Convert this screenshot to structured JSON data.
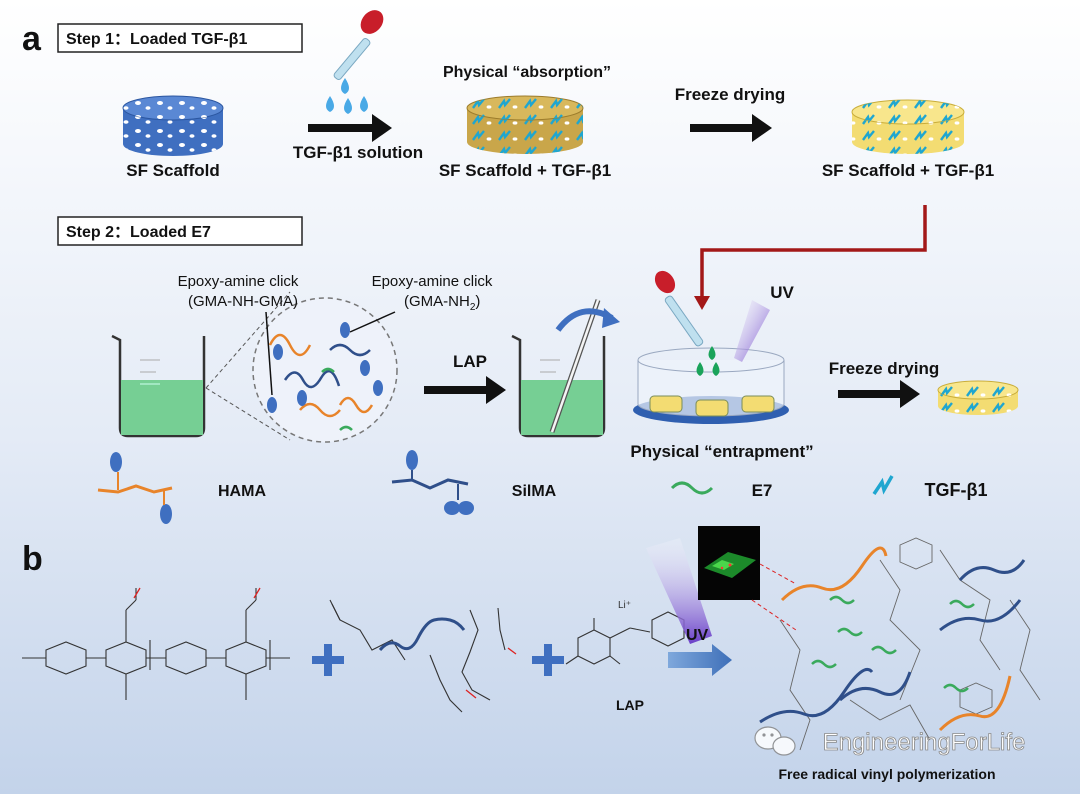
{
  "panel_a": {
    "letter": "a",
    "step1": {
      "box_label": "Step 1：Loaded TGF-β1",
      "scaffold_label": "SF Scaffold",
      "solution_label": "TGF-β1 solution",
      "absorption_label": "Physical “absorption”",
      "loaded_label": "SF Scaffold + TGF-β1",
      "freeze_label": "Freeze drying",
      "dried_label": "SF Scaffold + TGF-β1"
    },
    "step2": {
      "box_label": "Step 2：Loaded E7",
      "click1_line1": "Epoxy-amine click",
      "click1_line2": "(GMA-NH-GMA)",
      "click2_line1": "Epoxy-amine click",
      "click2_line2": "(GMA-NH",
      "click2_sub": "2",
      "click2_end": ")",
      "lap_label": "LAP",
      "uv_label": "UV",
      "freeze_label": "Freeze drying",
      "entrapment_label": "Physical “entrapment”"
    },
    "legend": {
      "hama": "HAMA",
      "silma": "SilMA",
      "e7": "E7",
      "tgf": "TGF-β1"
    }
  },
  "panel_b": {
    "letter": "b",
    "lap_label": "LAP",
    "uv_label": "UV",
    "li_label": "Li⁺",
    "caption": "Free radical vinyl polymerization",
    "watermark": "EngineeringForLife"
  },
  "colors": {
    "background_top": "#ffffff",
    "background_bottom": "#c3d3ea",
    "scaffold_blue": "#3f6fc0",
    "scaffold_gold": "#c9a64a",
    "scaffold_yellow": "#f3dc72",
    "tgf_cyan": "#1fa6d0",
    "water_drop": "#49a9e6",
    "gel_green": "#76cf94",
    "e7_green": "#3aaa5c",
    "hama_orange": "#e8842a",
    "silma_blue": "#2f4f8a",
    "red_arrow": "#a31818",
    "uv_purple": "#7b5ad0"
  },
  "icons": [
    "pipette-icon",
    "water-drops-icon",
    "beaker-icon",
    "stir-rod-icon",
    "curved-arrow-icon",
    "uv-beam-icon",
    "petri-dish-icon",
    "wechat-icon"
  ]
}
